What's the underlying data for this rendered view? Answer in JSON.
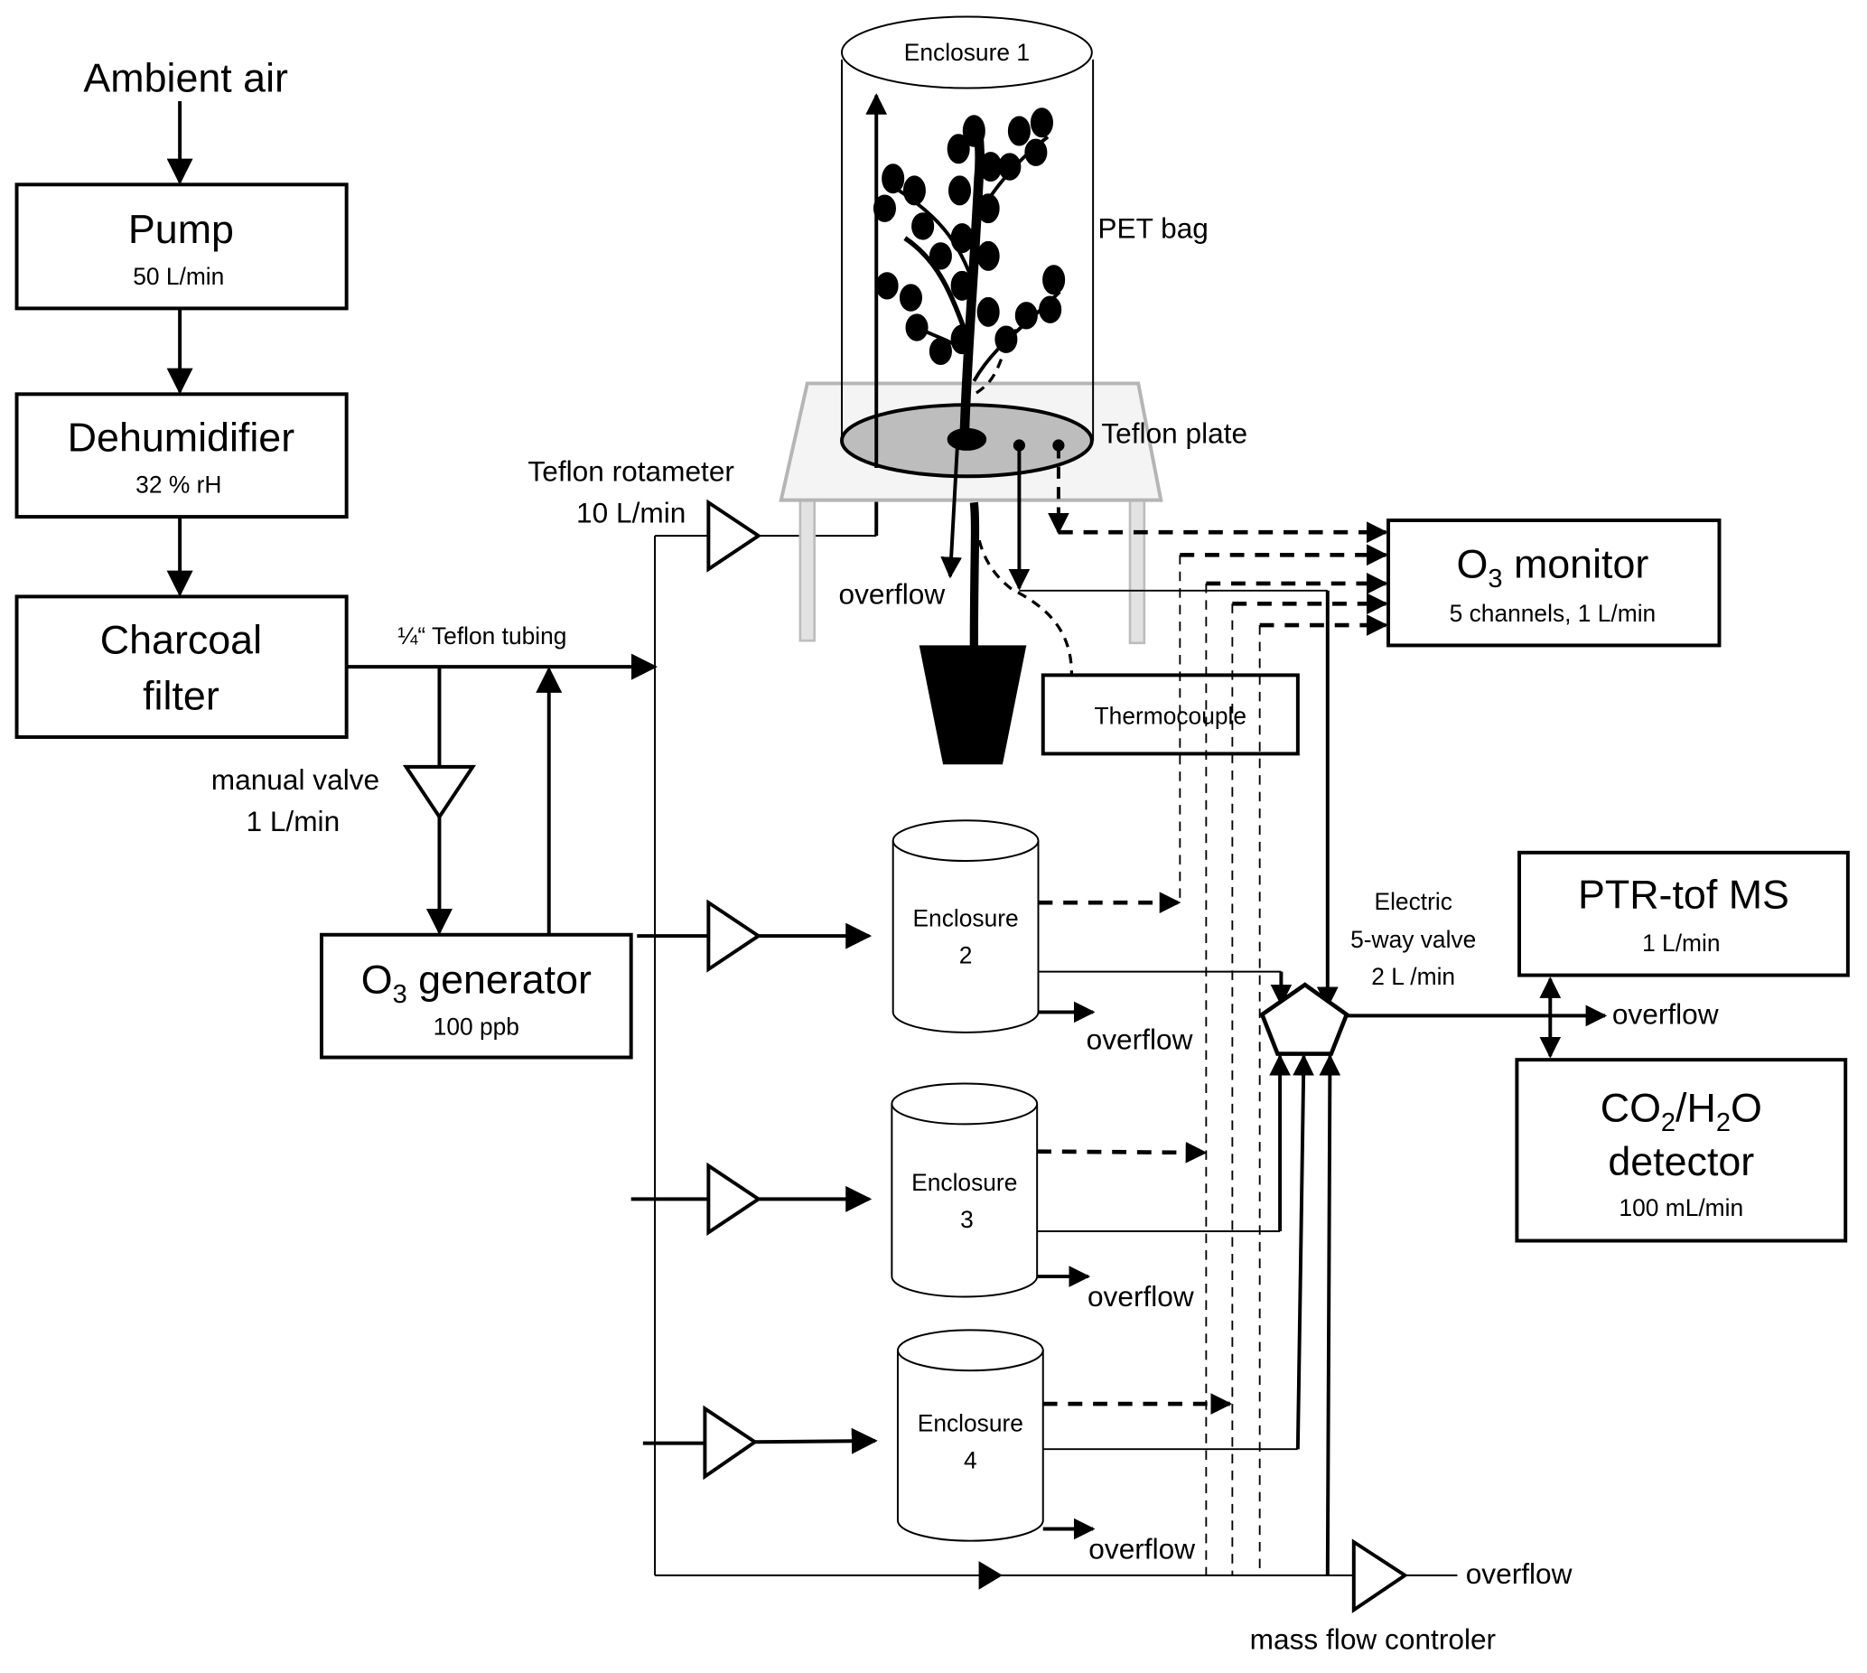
{
  "diagram": {
    "source": "Ambient air",
    "pump": {
      "title": "Pump",
      "value": "50 L/min"
    },
    "dehumidifier": {
      "title": "Dehumidifier",
      "value": "32 % rH"
    },
    "charcoal": {
      "line1": "Charcoal",
      "line2": "filter"
    },
    "tubing_label": "¼“ Teflon tubing",
    "manual_valve": {
      "title": "manual valve",
      "value": "1 L/min"
    },
    "o3_generator": {
      "title_main": "O",
      "title_sub": "3",
      "title_rest": " generator",
      "value": "100 ppb"
    },
    "rotameter": {
      "title": "Teflon rotameter",
      "value": "10 L/min"
    },
    "enclosure1": {
      "title": "Enclosure 1",
      "bag_label": "PET bag",
      "plate_label": "Teflon plate",
      "overflow": "overflow"
    },
    "thermocouple": "Thermocouple",
    "o3_monitor": {
      "title_main": "O",
      "title_sub": "3",
      "title_rest": " monitor",
      "value": "5 channels, 1 L/min"
    },
    "enclosures": [
      {
        "line1": "Enclosure",
        "line2": "2",
        "overflow": "overflow"
      },
      {
        "line1": "Enclosure",
        "line2": "3",
        "overflow": "overflow"
      },
      {
        "line1": "Enclosure",
        "line2": "4",
        "overflow": "overflow"
      }
    ],
    "five_way_valve": {
      "line1": "Electric",
      "line2": "5-way valve",
      "line3": "2 L /min"
    },
    "ptr": {
      "title": "PTR-tof MS",
      "value": "1 L/min"
    },
    "valve_overflow": "overflow",
    "detector": {
      "co": "CO",
      "sub1": "2",
      "slash_h": "/H",
      "sub2": "2",
      "o": "O",
      "line2": "detector",
      "value": "100 mL/min"
    },
    "mfc": {
      "label": "mass flow controler",
      "overflow": "overflow"
    }
  }
}
